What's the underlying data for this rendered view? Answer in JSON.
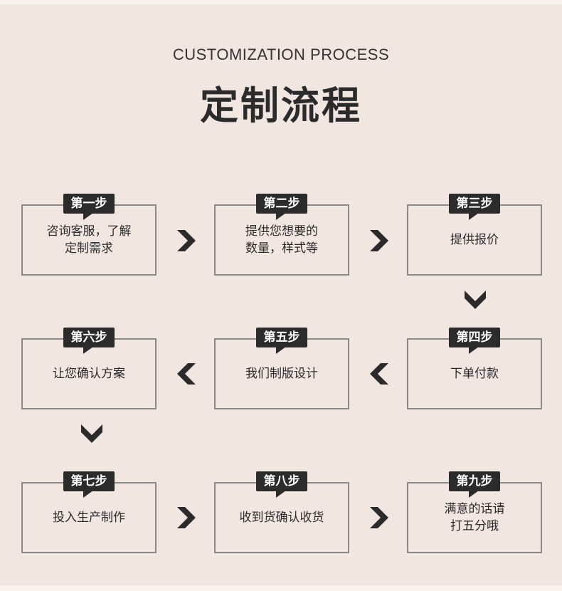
{
  "header": {
    "title_en": "CUSTOMIZATION PROCESS",
    "title_cn": "定制流程"
  },
  "steps": [
    {
      "tag": "第一步",
      "text": "咨询客服，了解\n定制需求"
    },
    {
      "tag": "第二步",
      "text": "提供您想要的\n数量，样式等"
    },
    {
      "tag": "第三步",
      "text": "提供报价"
    },
    {
      "tag": "第四步",
      "text": "下单付款"
    },
    {
      "tag": "第五步",
      "text": "我们制版设计"
    },
    {
      "tag": "第六步",
      "text": "让您确认方案"
    },
    {
      "tag": "第七步",
      "text": "投入生产制作"
    },
    {
      "tag": "第八步",
      "text": "收到货确认收货"
    },
    {
      "tag": "第九步",
      "text": "满意的话请\n打五分哦"
    }
  ],
  "colors": {
    "background": "#f2e6e1",
    "dark": "#2b2b2b",
    "border": "#8a8a8a"
  },
  "arrows": [
    "right",
    "right",
    "down",
    "left",
    "left",
    "down",
    "right",
    "right"
  ]
}
